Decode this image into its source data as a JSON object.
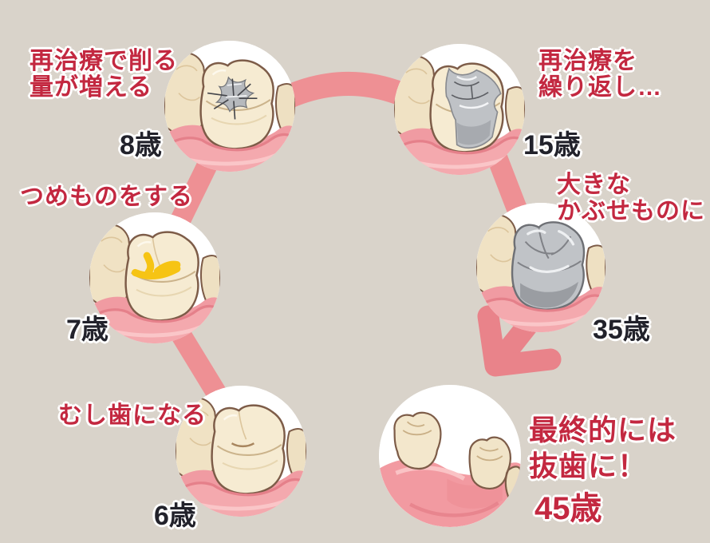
{
  "colors": {
    "background": "#d9d3ca",
    "label_red": "#c32840",
    "age_dark": "#22222b",
    "band_pink": "#ee9094",
    "arrow_pink": "#e9838a"
  },
  "stages": [
    {
      "age": "6歳",
      "label_lines": [
        "むし歯になる"
      ],
      "illustration": "healthy-molar-with-decay"
    },
    {
      "age": "7歳",
      "label_lines": [
        "つめものをする"
      ],
      "illustration": "molar-with-yellow-filling"
    },
    {
      "age": "8歳",
      "label_lines": [
        "再治療で削る",
        "量が増える"
      ],
      "illustration": "molar-with-silver-filling"
    },
    {
      "age": "15歳",
      "label_lines": [
        "再治療を",
        "繰り返し…"
      ],
      "illustration": "molar-with-large-silver-filling"
    },
    {
      "age": "35歳",
      "label_lines": [
        "大きな",
        "かぶせものに"
      ],
      "illustration": "molar-with-full-silver-crown"
    },
    {
      "age": "45歳",
      "label_lines": [
        "最終的には",
        "抜歯に！"
      ],
      "illustration": "missing-tooth-gap"
    }
  ]
}
